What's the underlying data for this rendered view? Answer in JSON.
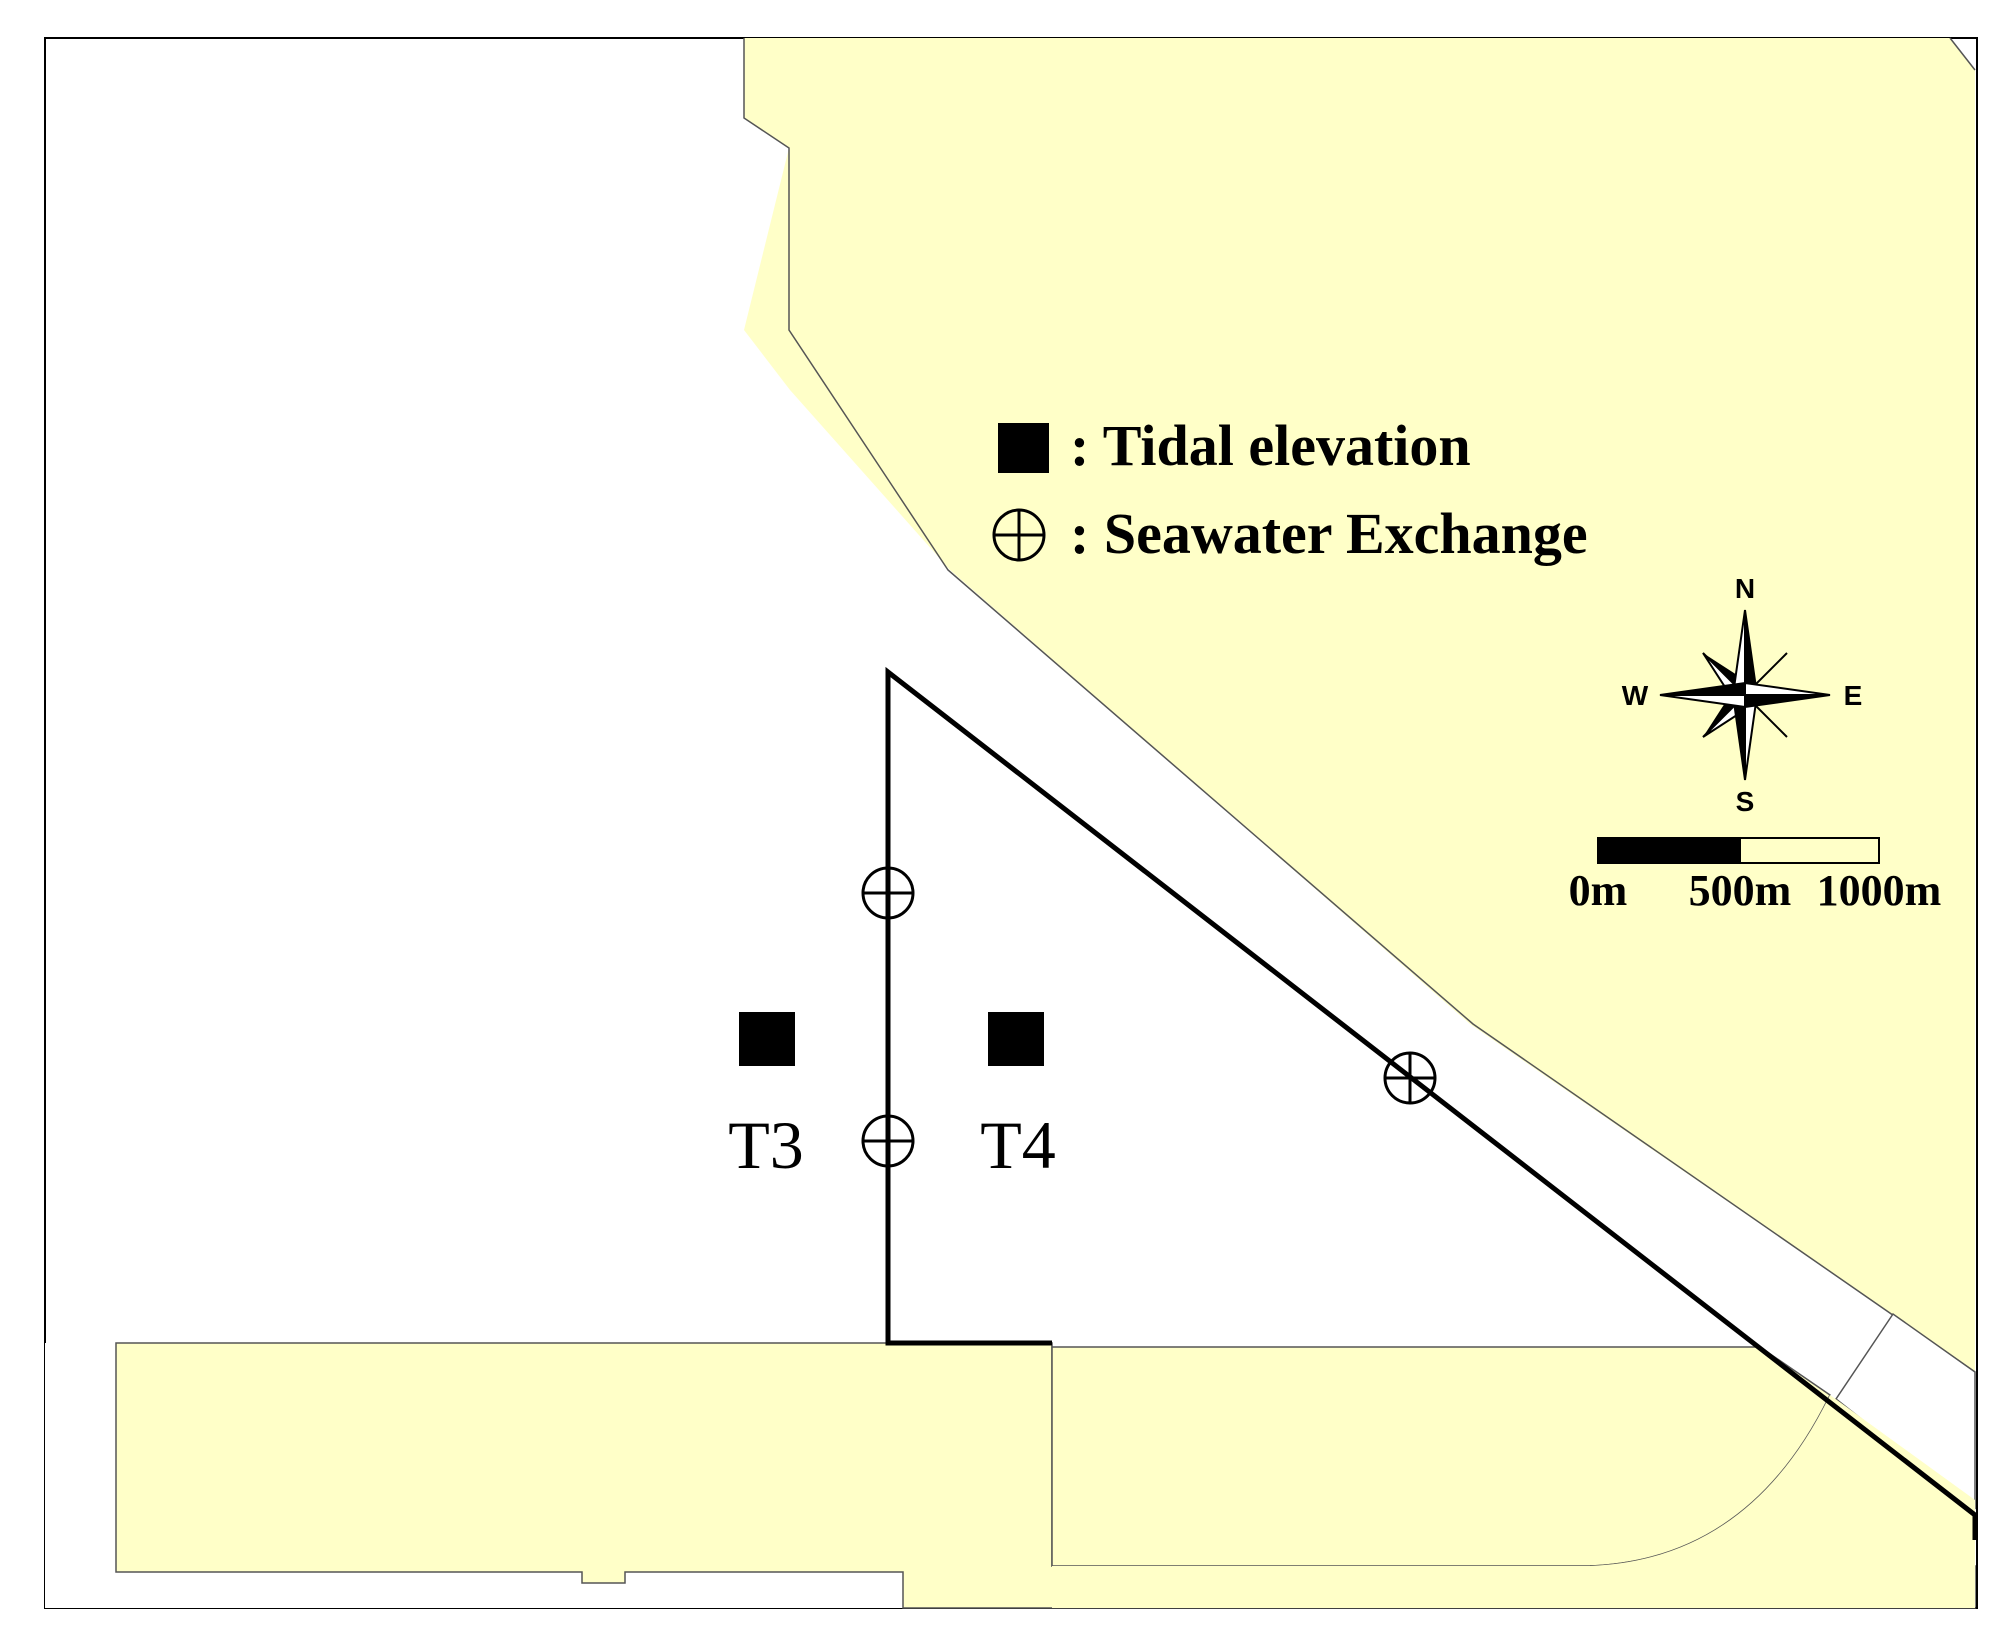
{
  "colors": {
    "land": "#ffffc8",
    "water": "#ffffff",
    "ink": "#000000",
    "coastline": "#333333"
  },
  "legend": {
    "tidal_label": ": Tidal elevation",
    "tidal_icon": "filled-square-icon",
    "exchange_label": ": Seawater Exchange",
    "exchange_icon": "circle-cross-icon"
  },
  "stations": {
    "t3_label": "T3",
    "t4_label": "T4"
  },
  "compass": {
    "n": "N",
    "e": "E",
    "s": "S",
    "w": "W",
    "icon": "compass-rose-icon"
  },
  "scale_bar": {
    "label_0": "0m",
    "label_500": "500m",
    "label_1000": "1000m"
  }
}
